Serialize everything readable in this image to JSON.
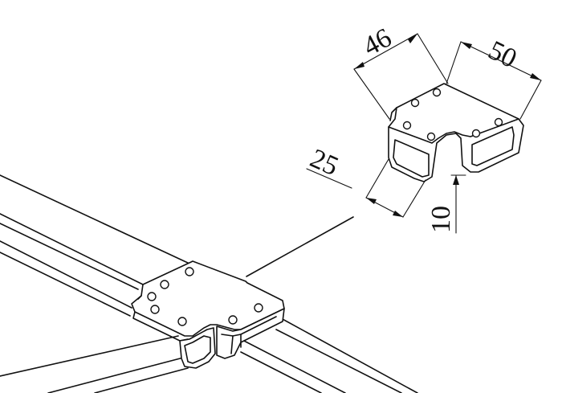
{
  "dimensions": {
    "width_top_left": "46",
    "width_top_right": "50",
    "height_left": "25",
    "thickness_right": "10"
  },
  "colors": {
    "line": "#111111",
    "background": "#ffffff"
  }
}
